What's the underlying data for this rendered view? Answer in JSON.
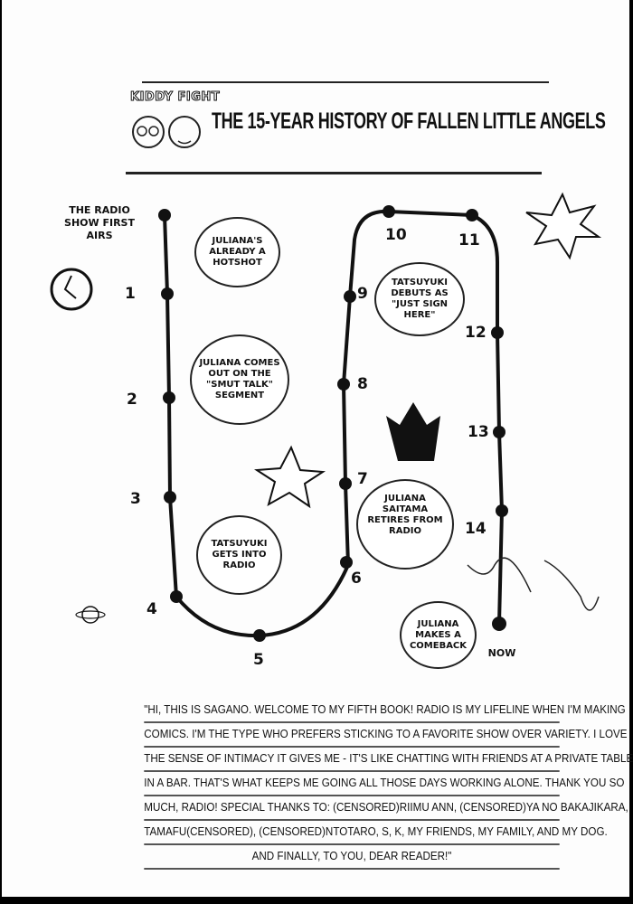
{
  "header": {
    "series_label": "KIDDY FIGHT",
    "title": "THE 15-YEAR HISTORY OF FALLEN LITTLE ANGELS"
  },
  "timeline": {
    "start_label": "THE RADIO SHOW FIRST AIRS",
    "end_label": "NOW",
    "years": [
      "1",
      "2",
      "3",
      "4",
      "5",
      "6",
      "7",
      "8",
      "9",
      "10",
      "11",
      "12",
      "13",
      "14"
    ],
    "events": [
      "JULIANA'S ALREADY A HOTSHOT",
      "JULIANA COMES OUT ON THE \"SMUT TALK\" SEGMENT",
      "TATSUYUKI GETS INTO RADIO",
      "TATSUYUKI DEBUTS AS \"JUST SIGN HERE\"",
      "JULIANA SAITAMA RETIRES FROM RADIO",
      "JULIANA MAKES A COMEBACK"
    ]
  },
  "afterword": [
    "\"HI, THIS IS SAGANO. WELCOME TO MY FIFTH BOOK! RADIO IS MY LIFELINE WHEN I'M MAKING",
    "COMICS. I'M THE TYPE WHO PREFERS STICKING TO A FAVORITE SHOW OVER VARIETY. I LOVE",
    "THE SENSE OF INTIMACY IT GIVES ME - IT'S LIKE CHATTING WITH FRIENDS AT A PRIVATE TABLE",
    "IN A BAR. THAT'S WHAT KEEPS ME GOING ALL THOSE DAYS WORKING ALONE. THANK YOU SO",
    "MUCH, RADIO! SPECIAL THANKS TO: (CENSORED)RIIMU ANN, (CENSORED)YA NO BAKAJIKARA,",
    "TAMAFU(CENSORED), (CENSORED)NTOTARO, S, K, MY FRIENDS, MY FAMILY, AND MY DOG.",
    "AND FINALLY, TO YOU, DEAR READER!\""
  ]
}
